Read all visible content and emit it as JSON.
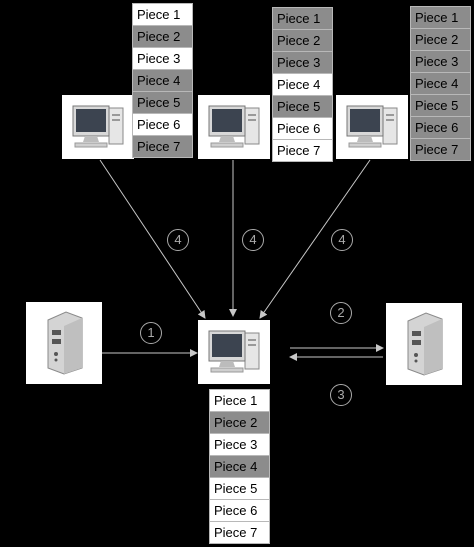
{
  "colors": {
    "background": "#000000",
    "piece_have": "#ffffff",
    "piece_missing": "#8c8c8c",
    "line": "#c8c8c8"
  },
  "icons": {
    "peer": "desktop-computer-icon",
    "server": "tower-server-icon"
  },
  "peers": [
    {
      "name": "peer-1",
      "pieces": [
        {
          "label": "Piece 1",
          "state": "white"
        },
        {
          "label": "Piece 2",
          "state": "gray"
        },
        {
          "label": "Piece 3",
          "state": "white"
        },
        {
          "label": "Piece 4",
          "state": "gray"
        },
        {
          "label": "Piece 5",
          "state": "gray"
        },
        {
          "label": "Piece 6",
          "state": "white"
        },
        {
          "label": "Piece 7",
          "state": "gray"
        }
      ]
    },
    {
      "name": "peer-2",
      "pieces": [
        {
          "label": "Piece 1",
          "state": "gray"
        },
        {
          "label": "Piece 2",
          "state": "gray"
        },
        {
          "label": "Piece 3",
          "state": "gray"
        },
        {
          "label": "Piece 4",
          "state": "white"
        },
        {
          "label": "Piece 5",
          "state": "gray"
        },
        {
          "label": "Piece 6",
          "state": "white"
        },
        {
          "label": "Piece 7",
          "state": "white"
        }
      ]
    },
    {
      "name": "peer-3",
      "pieces": [
        {
          "label": "Piece 1",
          "state": "gray"
        },
        {
          "label": "Piece 2",
          "state": "gray"
        },
        {
          "label": "Piece 3",
          "state": "gray"
        },
        {
          "label": "Piece 4",
          "state": "gray"
        },
        {
          "label": "Piece 5",
          "state": "gray"
        },
        {
          "label": "Piece 6",
          "state": "gray"
        },
        {
          "label": "Piece 7",
          "state": "gray"
        }
      ]
    }
  ],
  "client": {
    "pieces": [
      {
        "label": "Piece 1",
        "state": "white"
      },
      {
        "label": "Piece 2",
        "state": "gray"
      },
      {
        "label": "Piece 3",
        "state": "white"
      },
      {
        "label": "Piece 4",
        "state": "gray"
      },
      {
        "label": "Piece 5",
        "state": "white"
      },
      {
        "label": "Piece 6",
        "state": "white"
      },
      {
        "label": "Piece 7",
        "state": "white"
      }
    ]
  },
  "steps": {
    "step1": "1",
    "step2": "2",
    "step3": "3",
    "step4": "4"
  }
}
